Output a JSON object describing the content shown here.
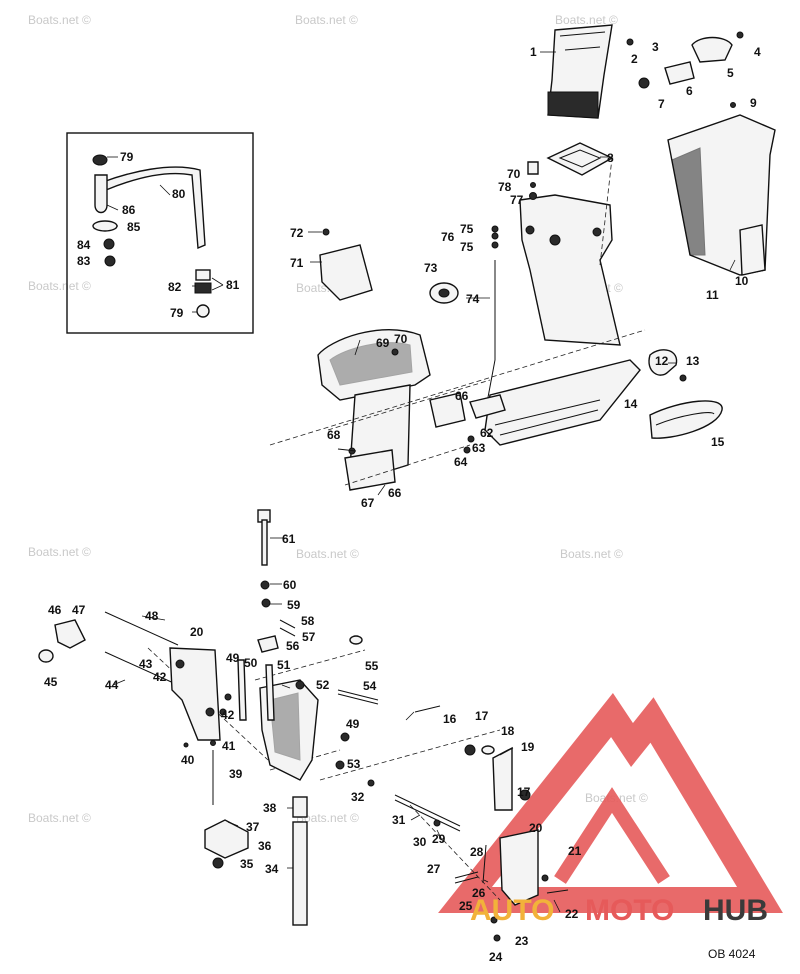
{
  "watermark": "Boats.net ©",
  "diagram_code": "OB 4024",
  "brand": {
    "part1": "AUTO",
    "part2": "MOTO",
    "part3": "HUB",
    "triangle_color": "#e65a5a",
    "accent_color": "#f2b23a",
    "dark_color": "#3a3a3a"
  },
  "labels": [
    "1",
    "2",
    "3",
    "4",
    "5",
    "6",
    "7",
    "8",
    "9",
    "10",
    "11",
    "12",
    "13",
    "14",
    "15",
    "16",
    "17",
    "17",
    "18",
    "19",
    "20",
    "20",
    "21",
    "22",
    "23",
    "24",
    "25",
    "26",
    "27",
    "28",
    "29",
    "30",
    "31",
    "32",
    "34",
    "35",
    "36",
    "37",
    "38",
    "39",
    "40",
    "41",
    "42",
    "42",
    "43",
    "44",
    "45",
    "46",
    "47",
    "48",
    "49",
    "49",
    "50",
    "51",
    "52",
    "53",
    "54",
    "55",
    "56",
    "57",
    "58",
    "59",
    "60",
    "61",
    "62",
    "63",
    "64",
    "66",
    "66",
    "67",
    "68",
    "69",
    "70",
    "70",
    "71",
    "72",
    "73",
    "74",
    "75",
    "75",
    "76",
    "77",
    "78",
    "79",
    "79",
    "80",
    "81",
    "82",
    "83",
    "84",
    "85",
    "86"
  ]
}
